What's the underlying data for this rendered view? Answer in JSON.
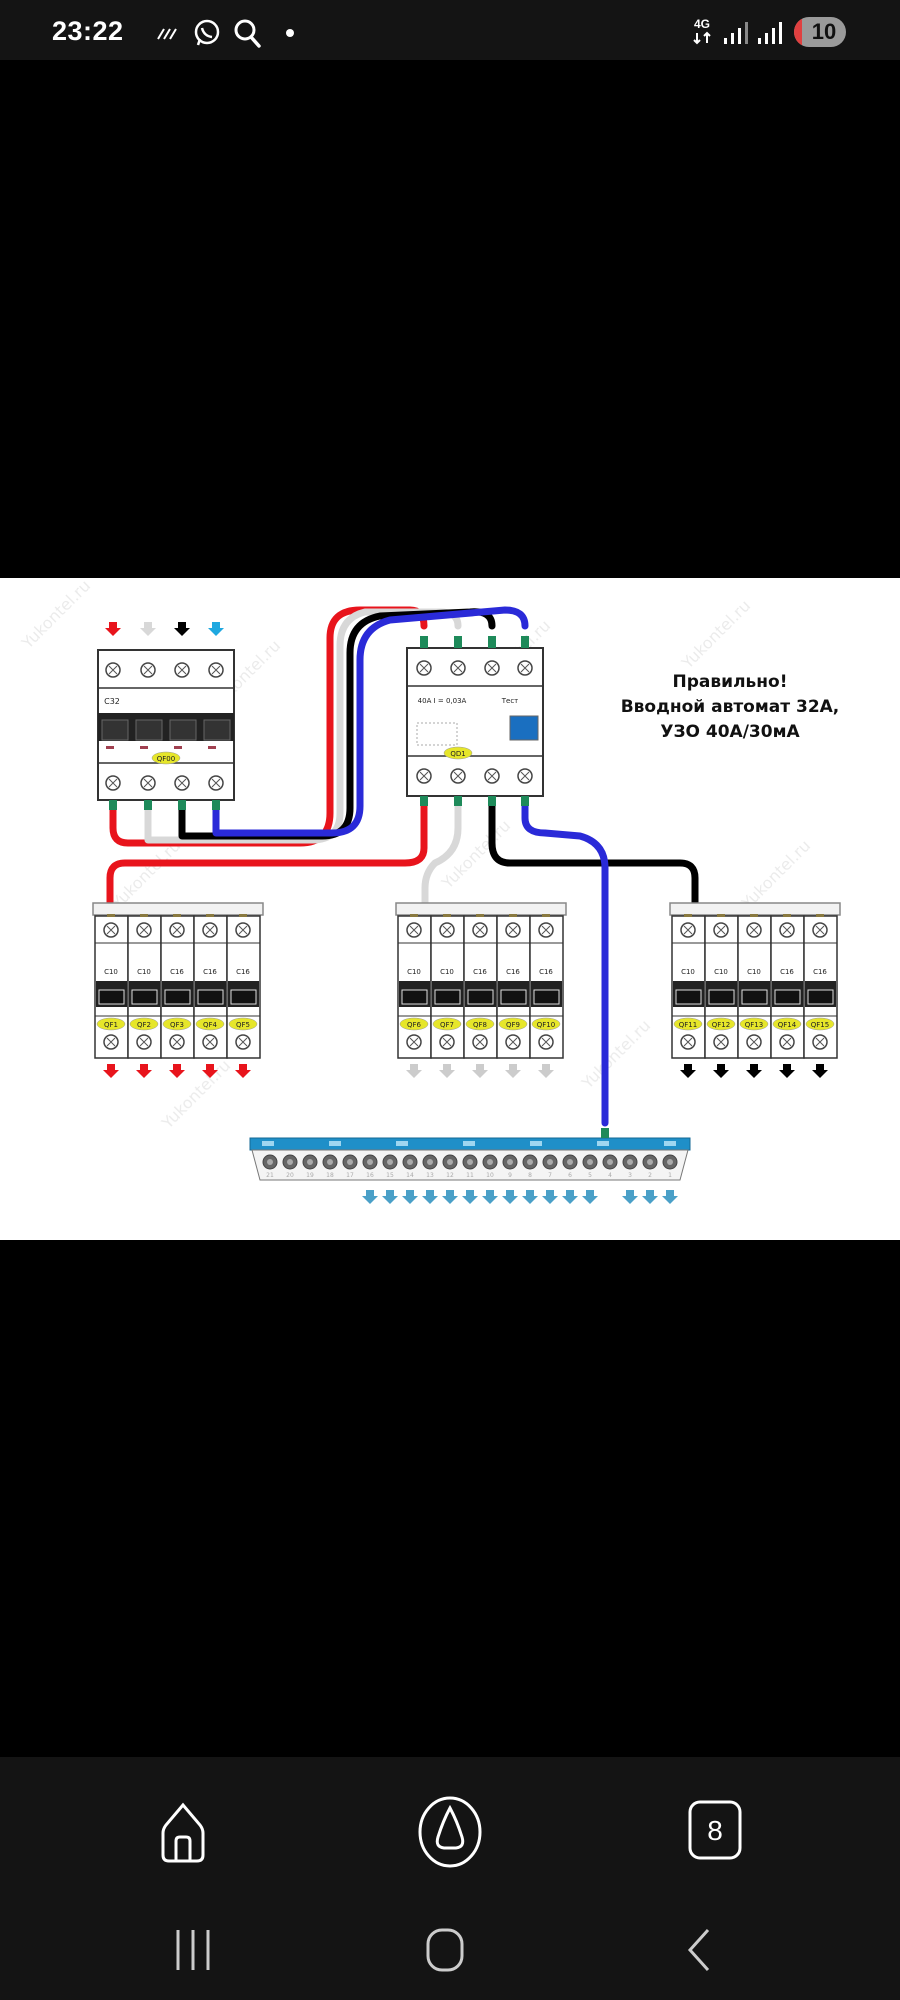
{
  "status_bar": {
    "time": "23:22",
    "left_icons": [
      "missed-call-icon",
      "whatsapp-icon",
      "search-icon",
      "dot-icon"
    ],
    "network": "4G",
    "signal_icons": [
      "signal-sim1-icon",
      "signal-sim2-icon"
    ],
    "battery_percent": "10",
    "battery_level": 0.1,
    "battery_low_color": "#e04040"
  },
  "diagram": {
    "caption_line1": "Правильно!",
    "caption_line2": "Вводной автомат 32А,",
    "caption_line3": "УЗО 40А/30мА",
    "main_breaker": {
      "rating": "C32",
      "label": "QF00",
      "poles": 4,
      "input_colors": [
        "#e8141c",
        "#d8d8d8",
        "#000000",
        "#1fa8e0"
      ]
    },
    "rcd": {
      "spec_text": "40A  I = 0,03A",
      "test_text": "Тест",
      "label": "QD1"
    },
    "groups": [
      {
        "name": "group-phase-red",
        "wire_color": "#e8141c",
        "breakers": [
          {
            "rating": "C10",
            "label": "QF1"
          },
          {
            "rating": "C10",
            "label": "QF2"
          },
          {
            "rating": "C16",
            "label": "QF3"
          },
          {
            "rating": "C16",
            "label": "QF4"
          },
          {
            "rating": "C16",
            "label": "QF5"
          }
        ]
      },
      {
        "name": "group-phase-white",
        "wire_color": "#d8d8d8",
        "breakers": [
          {
            "rating": "C10",
            "label": "QF6"
          },
          {
            "rating": "C10",
            "label": "QF7"
          },
          {
            "rating": "C16",
            "label": "QF8"
          },
          {
            "rating": "C16",
            "label": "QF9"
          },
          {
            "rating": "C16",
            "label": "QF10"
          }
        ]
      },
      {
        "name": "group-phase-black",
        "wire_color": "#000000",
        "breakers": [
          {
            "rating": "C10",
            "label": "QF11"
          },
          {
            "rating": "C10",
            "label": "QF12"
          },
          {
            "rating": "C10",
            "label": "QF13"
          },
          {
            "rating": "C16",
            "label": "QF14"
          },
          {
            "rating": "C16",
            "label": "QF15"
          }
        ]
      }
    ],
    "neutral_bus": {
      "color": "#1f8fc8",
      "terminals": [
        "21",
        "20",
        "19",
        "18",
        "17",
        "16",
        "15",
        "14",
        "13",
        "12",
        "11",
        "10",
        "9",
        "8",
        "7",
        "6",
        "5",
        "4",
        "3",
        "2",
        "1"
      ],
      "outputs": 15
    },
    "wire_colors": {
      "L1": "#e8141c",
      "L2": "#d8d8d8",
      "L3": "#000000",
      "N": "#2a2ad8",
      "terminal_green": "#1e8a5a"
    }
  },
  "nav": {
    "home_icon": "home-icon",
    "assistant_icon": "assistant-icon",
    "tabs_count": "8",
    "recents_icon": "recents-icon",
    "system_home_icon": "system-home-icon",
    "back_icon": "back-icon"
  }
}
